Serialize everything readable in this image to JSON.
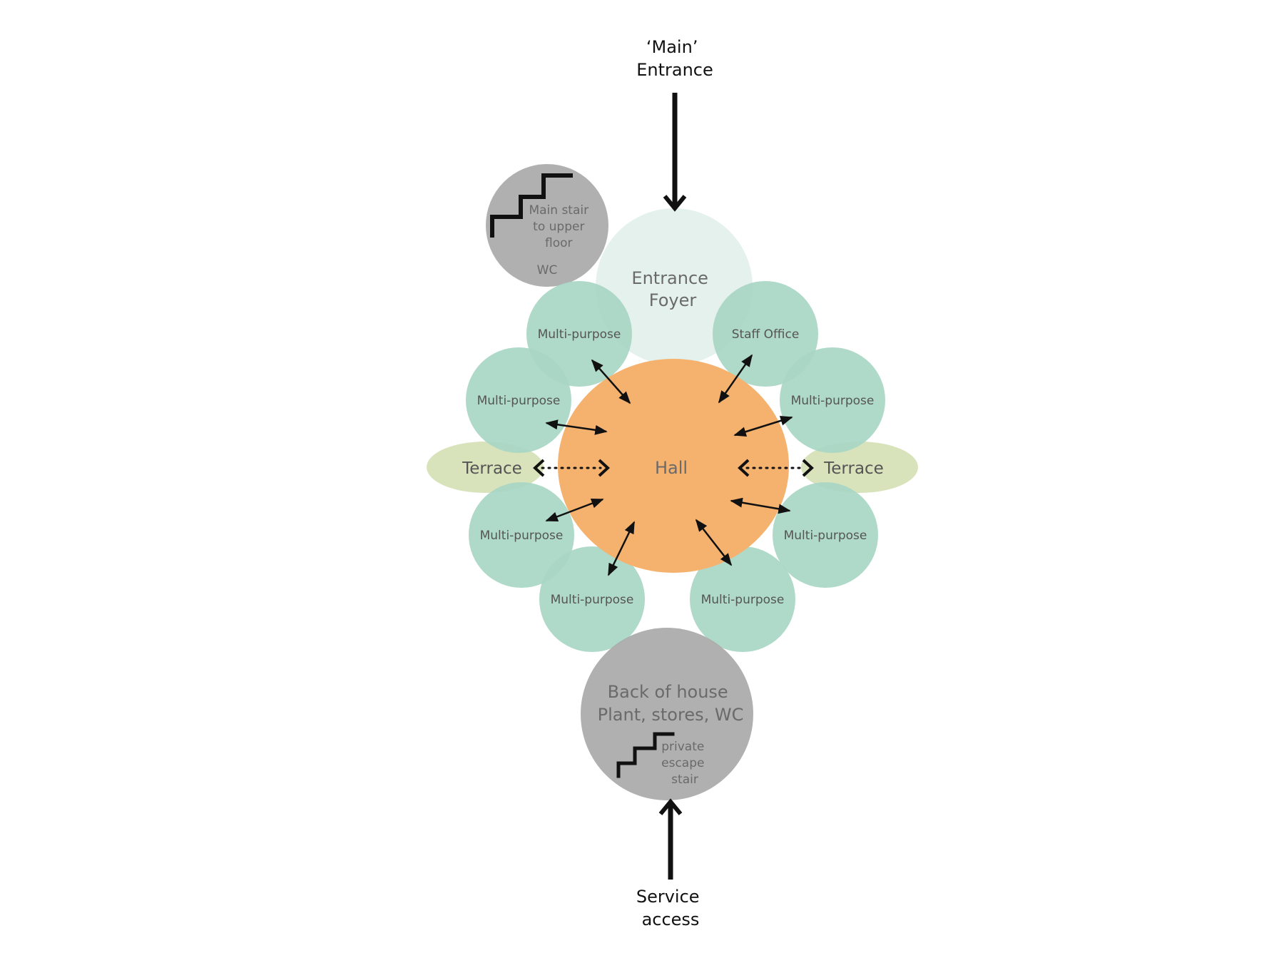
{
  "colors": {
    "background": "#ffffff",
    "hall": "#f5b26f",
    "room": "#a8d6c4",
    "foyer": "#e1f0ea",
    "terrace": "#d4e0b4",
    "service": "#acacac",
    "text_dark": "#111111",
    "text_muted": "#6a6a6a",
    "arrow": "#111111"
  },
  "icons": {
    "stair": "stair-icon",
    "arrow": "arrow-icon"
  },
  "entrances": {
    "main": {
      "line1": "‘Main’",
      "line2": "Entrance"
    },
    "service": {
      "line1": "Service",
      "line2": "access"
    }
  },
  "spaces": {
    "hall": "Hall",
    "foyer": {
      "line1": "Entrance",
      "line2": "Foyer"
    },
    "stair_wc": {
      "line1": "Main stair",
      "line2": "to upper",
      "line3": "floor",
      "line4": "WC"
    },
    "back_of_house": {
      "line1": "Back of house",
      "line2": "Plant, stores, WC",
      "stair_line1": "private",
      "stair_line2": "escape",
      "stair_line3": "stair"
    },
    "staff_office": "Staff Office",
    "multi_purpose": [
      "Multi-purpose",
      "Multi-purpose",
      "Multi-purpose",
      "Multi-purpose",
      "Multi-purpose",
      "Multi-purpose",
      "Multi-purpose"
    ],
    "terrace_left": "Terrace",
    "terrace_right": "Terrace"
  }
}
